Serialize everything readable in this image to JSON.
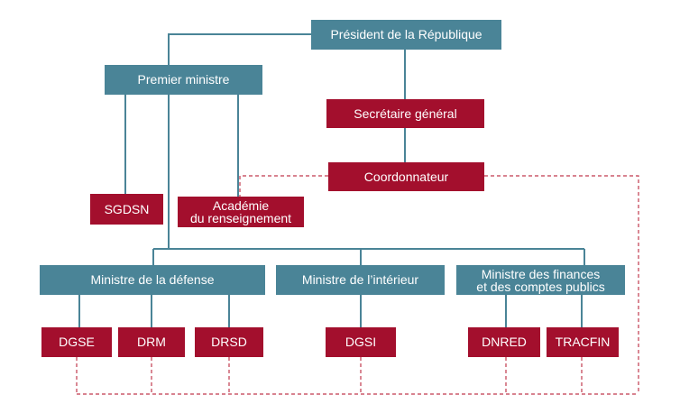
{
  "colors": {
    "blue": "#4a8497",
    "red": "#a30f2d",
    "dashed": "#c0394e"
  },
  "nodes": {
    "president": "Président de la République",
    "premier_ministre": "Premier ministre",
    "secretaire_general": "Secrétaire général",
    "coordonnateur": "Coordonnateur",
    "sgdsn": "SGDSN",
    "academie_line1": "Académie",
    "academie_line2": "du renseignement",
    "ministre_defense": "Ministre de la défense",
    "ministre_interieur": "Ministre de l’intérieur",
    "ministre_finances_line1": "Ministre des finances",
    "ministre_finances_line2": "et des comptes publics",
    "dgse": "DGSE",
    "drm": "DRM",
    "drsd": "DRSD",
    "dgsi": "DGSI",
    "dnred": "DNRED",
    "tracfin": "TRACFIN"
  }
}
